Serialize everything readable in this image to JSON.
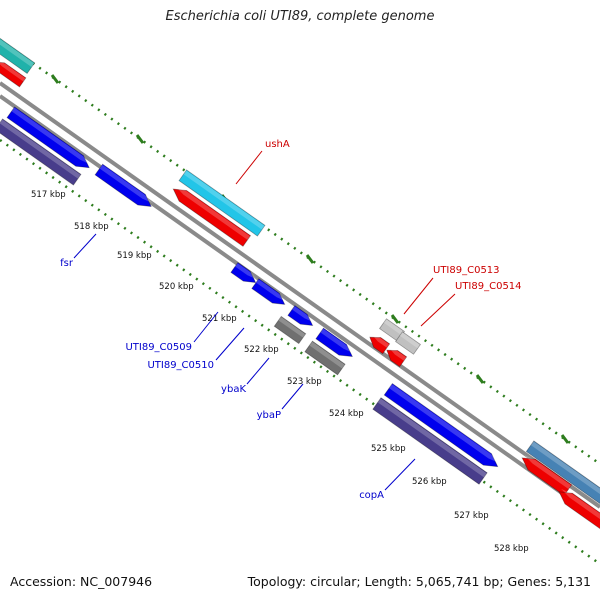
{
  "title": "Escherichia coli UTI89, complete genome",
  "footer": {
    "accession": "Accession: NC_007946",
    "stats": "Topology: circular; Length: 5,065,741 bp; Genes: 5,131"
  },
  "colors": {
    "backbone": "#8a8a8a",
    "tick": "#2e7d1e",
    "forward_label": "#0000cc",
    "reverse_label": "#cc0000",
    "tick_label": "#111111",
    "gene_forward": "#0000ee",
    "gene_forward_dark": "#483d8b",
    "gene_reverse": "#ee0000",
    "gene_cyan": "#22c5e8",
    "gene_teal": "#20b2aa",
    "gene_steel": "#4682b4",
    "gene_gray": "#707070",
    "gene_lightgray": "#c0c0c0"
  },
  "ticks": [
    {
      "label": "517 kbp"
    },
    {
      "label": "518 kbp"
    },
    {
      "label": "519 kbp"
    },
    {
      "label": "520 kbp"
    },
    {
      "label": "521 kbp"
    },
    {
      "label": "522 kbp"
    },
    {
      "label": "523 kbp"
    },
    {
      "label": "524 kbp"
    },
    {
      "label": "525 kbp"
    },
    {
      "label": "526 kbp"
    },
    {
      "label": "527 kbp"
    },
    {
      "label": "528 kbp"
    }
  ],
  "gene_labels": [
    {
      "text": "ushA",
      "strand": "reverse"
    },
    {
      "text": "UTI89_C0513",
      "strand": "reverse"
    },
    {
      "text": "UTI89_C0514",
      "strand": "reverse"
    },
    {
      "text": "fsr",
      "strand": "forward"
    },
    {
      "text": "UTI89_C0509",
      "strand": "forward"
    },
    {
      "text": "UTI89_C0510",
      "strand": "forward"
    },
    {
      "text": "ybaK",
      "strand": "forward"
    },
    {
      "text": "ybaP",
      "strand": "forward"
    },
    {
      "text": "copA",
      "strand": "forward"
    }
  ]
}
